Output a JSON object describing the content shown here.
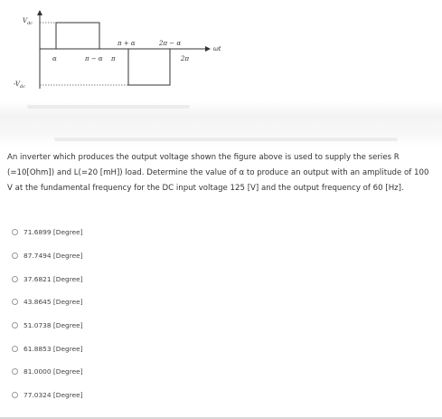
{
  "figure": {
    "y_axis_label_main": "V",
    "y_axis_label_sub": "dc",
    "neg_label_main": "-V",
    "neg_label_sub": "dc",
    "x_axis_label": "ωt",
    "tick_alpha": "α",
    "tick_pi_minus_alpha": "π − α",
    "tick_pi": "π",
    "tick_pi_plus_alpha": "π + α",
    "tick_2pi_minus_alpha": "2π − α",
    "tick_2pi": "2π"
  },
  "question": {
    "text": "An inverter which produces the output voltage shown the figure above is used to supply the series R (=10[Ohm]) and L(=20 [mH]) load. Determine the value of α to produce an output with an amplitude of 100 V at the fundamental frequency for the DC input voltage 125 [V] and the output frequency of 60 [Hz]."
  },
  "options": [
    {
      "label": "71.6899 [Degree]"
    },
    {
      "label": "87.7494 [Degree]"
    },
    {
      "label": "37.6821 [Degree]"
    },
    {
      "label": "43.8645 [Degree]"
    },
    {
      "label": "51.0738 [Degree]"
    },
    {
      "label": "61.8853 [Degree]"
    },
    {
      "label": "81.0000 [Degree]"
    },
    {
      "label": "77.0324 [Degree]"
    }
  ],
  "colors": {
    "text": "#333333",
    "radio_border": "#999999",
    "background": "#ffffff"
  }
}
